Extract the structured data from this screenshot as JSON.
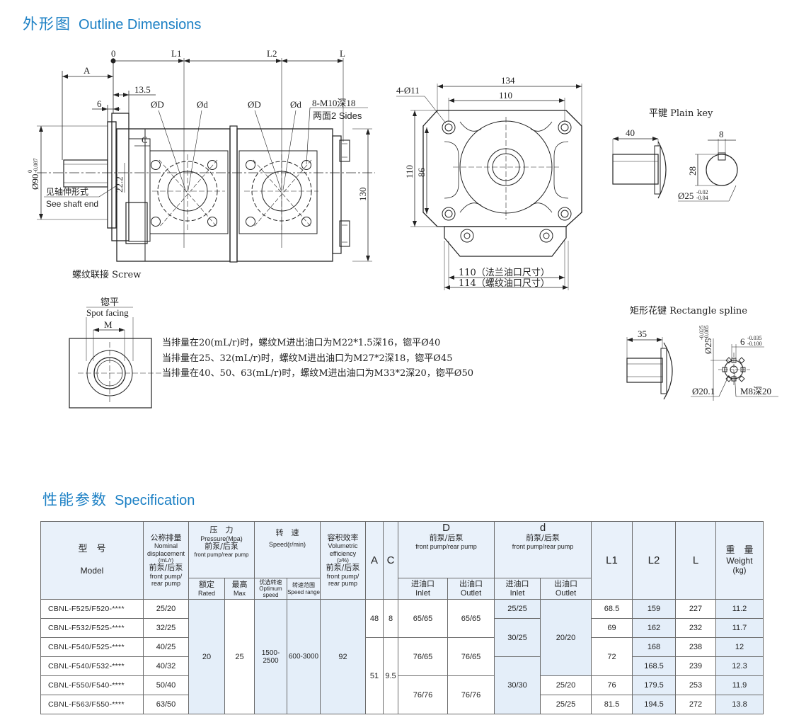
{
  "outline": {
    "title_cn": "外形图",
    "title_en": "Outline Dimensions",
    "side_view": {
      "dim_0": "0",
      "dim_A": "A",
      "dim_L1": "L1",
      "dim_L2": "L2",
      "dim_L": "L",
      "dim_13_5": "13.5",
      "dim_6": "6",
      "dim_C": "C",
      "phi_D_front": "ØD",
      "phi_d_front": "Ød",
      "phi_D_rear": "ØD",
      "phi_d_rear": "Ød",
      "thread": "8-M10深18",
      "thread_sides": "两面2 Sides",
      "shaft_dia": "Ø90",
      "shaft_tol_upper": "0",
      "shaft_tol_lower": "-0.087",
      "dim_22_2": "22.2",
      "dim_130": "130",
      "shaft_note_cn": "见轴伸形式",
      "shaft_note_en": "See shaft end",
      "screw_label": "螺纹联接 Screw"
    },
    "front_view": {
      "holes": "4-Ø11",
      "dim_134": "134",
      "dim_110_top": "110",
      "dim_110_left": "110",
      "dim_86": "86",
      "flange_port": "110（法兰油口尺寸）",
      "thread_port": "114（螺纹油口尺寸）"
    },
    "plain_key": {
      "title": "平键 Plain key",
      "dim_40": "40",
      "dim_8": "8",
      "dim_28": "28",
      "dia": "Ø25",
      "tol_upper": "-0.02",
      "tol_lower": "-0.04"
    },
    "spot_facing": {
      "label_cn": "锪平",
      "label_en": "Spot facing",
      "dim_M": "M",
      "notes": [
        "当排量在20(mL/r)时，螺纹M进出油口为M22*1.5深16，锪平Ø40",
        "当排量在25、32(mL/r)时，螺纹M进出油口为M27*2深18，锪平Ø45",
        "当排量在40、50、63(mL/r)时，螺纹M进出油口为M33*2深20，锪平Ø50"
      ]
    },
    "spline": {
      "title": "矩形花键 Rectangle spline",
      "dim_35": "35",
      "dia": "Ø25",
      "dia_tol_upper": "-0.025",
      "dia_tol_lower": "-0.085",
      "dim_6": "6",
      "dim6_tol_upper": "-0.035",
      "dim6_tol_lower": "-0.100",
      "dia_20_1": "Ø20.1",
      "thread": "M8深20"
    }
  },
  "spec": {
    "title_cn": "性能参数",
    "title_en": "Specification",
    "headers": {
      "model_cn": "型　号",
      "model_en": "Model",
      "disp_cn": "公称排量",
      "disp_en": "Nominal displacement",
      "disp_unit": "(mL/r)",
      "disp_sub_cn": "前泵/后泵",
      "disp_sub_en": "front pump/ rear pump",
      "press_cn": "压　力",
      "press_en": "Pressure(Mpa)",
      "press_sub_cn": "前泵/后泵",
      "press_sub_en": "front pump/rear pump",
      "rated_cn": "额定",
      "rated_en": "Rated",
      "max_cn": "最高",
      "max_en": "Max",
      "speed_cn": "转　速",
      "speed_en": "Speed(r/min)",
      "opt_cn": "优选转速",
      "opt_en": "Optimum speed",
      "range_cn": "转速范围",
      "range_en": "Speed range",
      "eff_cn": "容积效率",
      "eff_en": "Volumetric efficiency",
      "eff_unit": "(≥%)",
      "eff_sub_cn": "前泵/后泵",
      "eff_sub_en": "front pump/ rear pump",
      "a": "A",
      "c": "C",
      "D": "D",
      "D_sub_cn": "前泵/后泵",
      "D_sub_en": "front pump/rear pump",
      "d": "d",
      "d_sub_cn": "前泵/后泵",
      "d_sub_en": "front pump/rear pump",
      "inlet_cn": "进油口",
      "inlet_en": "Inlet",
      "outlet_cn": "出油口",
      "outlet_en": "Outlet",
      "l1": "L1",
      "l2": "L2",
      "l": "L",
      "weight_cn": "重　量",
      "weight_en": "Weight",
      "weight_unit": "(kg)"
    },
    "rows": [
      {
        "model": "CBNL-F525/F520-****",
        "disp": "25/20",
        "l1": "68.5",
        "l2": "159",
        "l": "227",
        "weight": "11.2"
      },
      {
        "model": "CBNL-F532/F525-****",
        "disp": "32/25",
        "l1": "69",
        "l2": "162",
        "l": "232",
        "weight": "11.7"
      },
      {
        "model": "CBNL-F540/F525-****",
        "disp": "40/25",
        "l2": "168",
        "l": "238",
        "weight": "12"
      },
      {
        "model": "CBNL-F540/F532-****",
        "disp": "40/32",
        "l2": "168.5",
        "l": "239",
        "weight": "12.3"
      },
      {
        "model": "CBNL-F550/F540-****",
        "disp": "50/40",
        "l1": "76",
        "l2": "179.5",
        "l": "253",
        "weight": "11.9"
      },
      {
        "model": "CBNL-F563/F550-****",
        "disp": "63/50",
        "l1": "81.5",
        "l2": "194.5",
        "l": "272",
        "weight": "13.8"
      }
    ],
    "merged": {
      "rated": "20",
      "max": "25",
      "opt_speed": "1500-2500",
      "speed_range": "600-3000",
      "eff": "92",
      "a_1": "48",
      "c_1": "8",
      "a_2": "51",
      "c_2": "9.5",
      "D_in_1": "65/65",
      "D_out_1": "65/65",
      "D_in_2": "76/65",
      "D_out_2": "76/65",
      "D_in_3": "76/76",
      "D_out_3": "76/76",
      "d_in_1": "25/25",
      "d_in_2": "30/25",
      "d_in_3": "30/30",
      "d_out_1": "20/20",
      "d_out_2": "25/20",
      "d_out_3": "25/25",
      "l1_merged": "72"
    }
  }
}
